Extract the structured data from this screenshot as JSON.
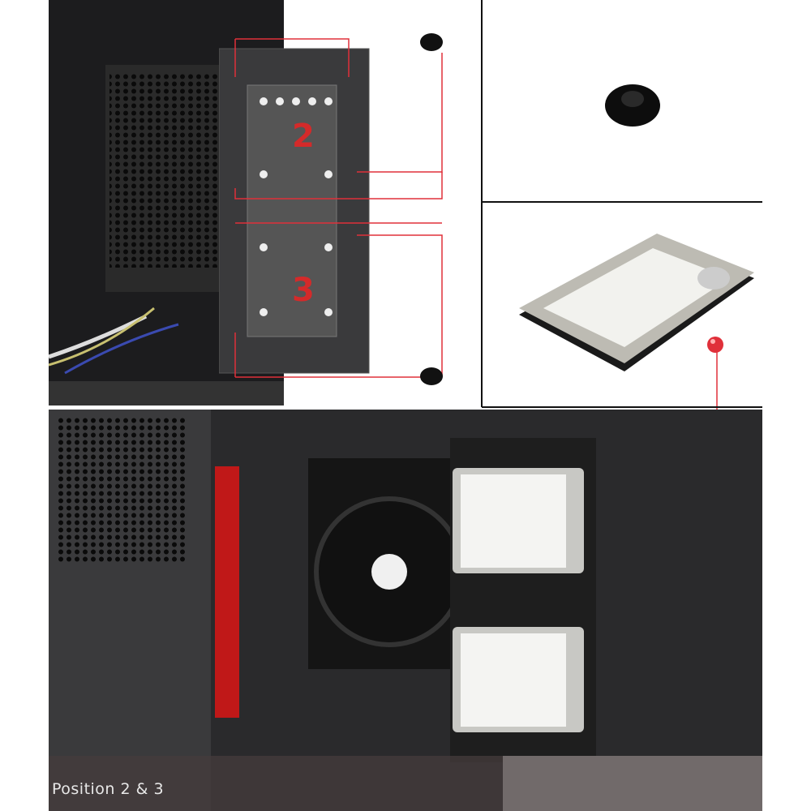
{
  "labels": {
    "bay_top": "2",
    "bay_bottom": "3"
  },
  "caption": "Position 2 & 3",
  "colors": {
    "guide_line": "#e0303a",
    "panel_divider": "#111111",
    "case": "#2a2a2c"
  }
}
